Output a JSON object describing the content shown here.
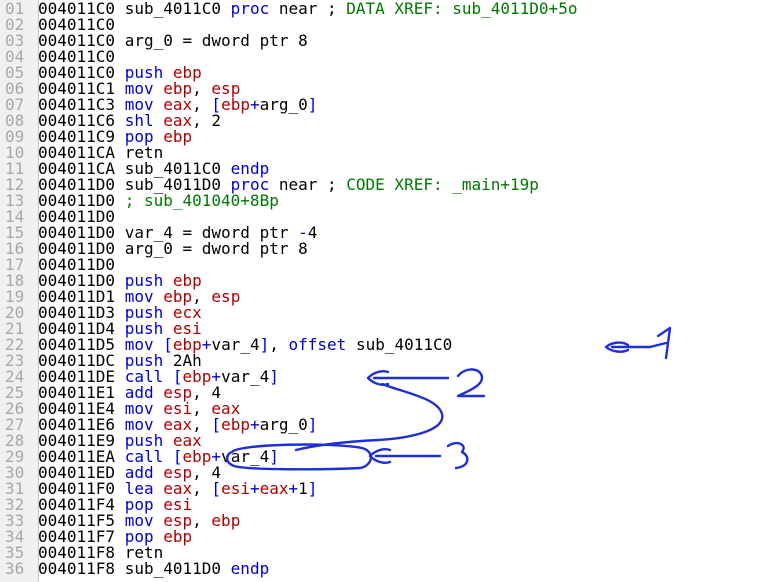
{
  "view": {
    "lines": [
      {
        "n": "01",
        "addr": "004011C0",
        "tokens": [
          [
            "t",
            "sub_4011C0 "
          ],
          [
            "kw",
            "proc"
          ],
          [
            "t",
            " near ; "
          ],
          [
            "cmt",
            "DATA XREF: sub_4011D0+5o"
          ]
        ]
      },
      {
        "n": "02",
        "addr": "004011C0",
        "tokens": []
      },
      {
        "n": "03",
        "addr": "004011C0",
        "tokens": [
          [
            "t",
            "arg_0 = dword ptr 8"
          ]
        ]
      },
      {
        "n": "04",
        "addr": "004011C0",
        "tokens": []
      },
      {
        "n": "05",
        "addr": "004011C0",
        "tokens": [
          [
            "kw",
            "push"
          ],
          [
            "t",
            " "
          ],
          [
            "reg",
            "ebp"
          ]
        ]
      },
      {
        "n": "06",
        "addr": "004011C1",
        "tokens": [
          [
            "kw",
            "mov"
          ],
          [
            "t",
            " "
          ],
          [
            "reg",
            "ebp"
          ],
          [
            "t",
            ", "
          ],
          [
            "reg",
            "esp"
          ]
        ]
      },
      {
        "n": "07",
        "addr": "004011C3",
        "tokens": [
          [
            "kw",
            "mov"
          ],
          [
            "t",
            " "
          ],
          [
            "reg",
            "eax"
          ],
          [
            "t",
            ", "
          ],
          [
            "kw",
            "["
          ],
          [
            "reg",
            "ebp"
          ],
          [
            "kw",
            "+"
          ],
          [
            "t",
            "arg_0"
          ],
          [
            "kw",
            "]"
          ]
        ]
      },
      {
        "n": "08",
        "addr": "004011C6",
        "tokens": [
          [
            "kw",
            "shl"
          ],
          [
            "t",
            " "
          ],
          [
            "reg",
            "eax"
          ],
          [
            "t",
            ", 2"
          ]
        ]
      },
      {
        "n": "09",
        "addr": "004011C9",
        "tokens": [
          [
            "kw",
            "pop"
          ],
          [
            "t",
            " "
          ],
          [
            "reg",
            "ebp"
          ]
        ]
      },
      {
        "n": "10",
        "addr": "004011CA",
        "tokens": [
          [
            "t",
            "retn"
          ]
        ]
      },
      {
        "n": "11",
        "addr": "004011CA",
        "tokens": [
          [
            "t",
            "sub_4011C0 "
          ],
          [
            "kw",
            "endp"
          ]
        ]
      },
      {
        "n": "12",
        "addr": "004011D0",
        "tokens": [
          [
            "t",
            "sub_4011D0 "
          ],
          [
            "kw",
            "proc"
          ],
          [
            "t",
            " near ; "
          ],
          [
            "cmt",
            "CODE XREF: _main+19p"
          ]
        ]
      },
      {
        "n": "13",
        "addr": "004011D0",
        "tokens": [
          [
            "cmt",
            "; sub_401040+8Bp"
          ]
        ]
      },
      {
        "n": "14",
        "addr": "004011D0",
        "tokens": []
      },
      {
        "n": "15",
        "addr": "004011D0",
        "tokens": [
          [
            "t",
            "var_4 = dword ptr "
          ],
          [
            "kw",
            "-"
          ],
          [
            "t",
            "4"
          ]
        ]
      },
      {
        "n": "16",
        "addr": "004011D0",
        "tokens": [
          [
            "t",
            "arg_0 = dword ptr 8"
          ]
        ]
      },
      {
        "n": "17",
        "addr": "004011D0",
        "tokens": []
      },
      {
        "n": "18",
        "addr": "004011D0",
        "tokens": [
          [
            "kw",
            "push"
          ],
          [
            "t",
            " "
          ],
          [
            "reg",
            "ebp"
          ]
        ]
      },
      {
        "n": "19",
        "addr": "004011D1",
        "tokens": [
          [
            "kw",
            "mov"
          ],
          [
            "t",
            " "
          ],
          [
            "reg",
            "ebp"
          ],
          [
            "t",
            ", "
          ],
          [
            "reg",
            "esp"
          ]
        ]
      },
      {
        "n": "20",
        "addr": "004011D3",
        "tokens": [
          [
            "kw",
            "push"
          ],
          [
            "t",
            " "
          ],
          [
            "reg",
            "ecx"
          ]
        ]
      },
      {
        "n": "21",
        "addr": "004011D4",
        "tokens": [
          [
            "kw",
            "push"
          ],
          [
            "t",
            " "
          ],
          [
            "reg",
            "esi"
          ]
        ]
      },
      {
        "n": "22",
        "addr": "004011D5",
        "tokens": [
          [
            "kw",
            "mov"
          ],
          [
            "t",
            " "
          ],
          [
            "kw",
            "["
          ],
          [
            "reg",
            "ebp"
          ],
          [
            "kw",
            "+"
          ],
          [
            "t",
            "var_4"
          ],
          [
            "kw",
            "]"
          ],
          [
            "t",
            ", "
          ],
          [
            "kw",
            "offset"
          ],
          [
            "t",
            " sub_4011C0"
          ]
        ]
      },
      {
        "n": "23",
        "addr": "004011DC",
        "tokens": [
          [
            "kw",
            "push"
          ],
          [
            "t",
            " 2Ah"
          ]
        ]
      },
      {
        "n": "24",
        "addr": "004011DE",
        "tokens": [
          [
            "kw",
            "call"
          ],
          [
            "t",
            " "
          ],
          [
            "kw",
            "["
          ],
          [
            "reg",
            "ebp"
          ],
          [
            "kw",
            "+"
          ],
          [
            "t",
            "var_4"
          ],
          [
            "kw",
            "]"
          ]
        ]
      },
      {
        "n": "25",
        "addr": "004011E1",
        "tokens": [
          [
            "kw",
            "add"
          ],
          [
            "t",
            " "
          ],
          [
            "reg",
            "esp"
          ],
          [
            "t",
            ", 4"
          ]
        ]
      },
      {
        "n": "26",
        "addr": "004011E4",
        "tokens": [
          [
            "kw",
            "mov"
          ],
          [
            "t",
            " "
          ],
          [
            "reg",
            "esi"
          ],
          [
            "t",
            ", "
          ],
          [
            "reg",
            "eax"
          ]
        ]
      },
      {
        "n": "27",
        "addr": "004011E6",
        "tokens": [
          [
            "kw",
            "mov"
          ],
          [
            "t",
            " "
          ],
          [
            "reg",
            "eax"
          ],
          [
            "t",
            ", "
          ],
          [
            "kw",
            "["
          ],
          [
            "reg",
            "ebp"
          ],
          [
            "kw",
            "+"
          ],
          [
            "t",
            "arg_0"
          ],
          [
            "kw",
            "]"
          ]
        ]
      },
      {
        "n": "28",
        "addr": "004011E9",
        "tokens": [
          [
            "kw",
            "push"
          ],
          [
            "t",
            " "
          ],
          [
            "reg",
            "eax"
          ]
        ]
      },
      {
        "n": "29",
        "addr": "004011EA",
        "tokens": [
          [
            "kw",
            "call"
          ],
          [
            "t",
            " "
          ],
          [
            "kw",
            "["
          ],
          [
            "reg",
            "ebp"
          ],
          [
            "kw",
            "+"
          ],
          [
            "t",
            "var_4"
          ],
          [
            "kw",
            "]"
          ]
        ]
      },
      {
        "n": "30",
        "addr": "004011ED",
        "tokens": [
          [
            "kw",
            "add"
          ],
          [
            "t",
            " "
          ],
          [
            "reg",
            "esp"
          ],
          [
            "t",
            ", 4"
          ]
        ]
      },
      {
        "n": "31",
        "addr": "004011F0",
        "tokens": [
          [
            "kw",
            "lea"
          ],
          [
            "t",
            " "
          ],
          [
            "reg",
            "eax"
          ],
          [
            "t",
            ", "
          ],
          [
            "kw",
            "["
          ],
          [
            "reg",
            "esi"
          ],
          [
            "kw",
            "+"
          ],
          [
            "reg",
            "eax"
          ],
          [
            "kw",
            "+"
          ],
          [
            "t",
            "1"
          ],
          [
            "kw",
            "]"
          ]
        ]
      },
      {
        "n": "32",
        "addr": "004011F4",
        "tokens": [
          [
            "kw",
            "pop"
          ],
          [
            "t",
            " "
          ],
          [
            "reg",
            "esi"
          ]
        ]
      },
      {
        "n": "33",
        "addr": "004011F5",
        "tokens": [
          [
            "kw",
            "mov"
          ],
          [
            "t",
            " "
          ],
          [
            "reg",
            "esp"
          ],
          [
            "t",
            ", "
          ],
          [
            "reg",
            "ebp"
          ]
        ]
      },
      {
        "n": "34",
        "addr": "004011F7",
        "tokens": [
          [
            "kw",
            "pop"
          ],
          [
            "t",
            " "
          ],
          [
            "reg",
            "ebp"
          ]
        ]
      },
      {
        "n": "35",
        "addr": "004011F8",
        "tokens": [
          [
            "t",
            "retn"
          ]
        ]
      },
      {
        "n": "36",
        "addr": "004011F8",
        "tokens": [
          [
            "t",
            "sub_4011D0 "
          ],
          [
            "kw",
            "endp"
          ]
        ]
      }
    ]
  },
  "annotations": {
    "label_1": "1",
    "label_2": "2",
    "label_3": "3",
    "color": "#1f2fd6"
  },
  "colors": {
    "keyword": "#0000cc",
    "register": "#aa0000",
    "comment": "#007700",
    "gutter": "#f0f0f0",
    "line_number": "#a8a8a8"
  }
}
